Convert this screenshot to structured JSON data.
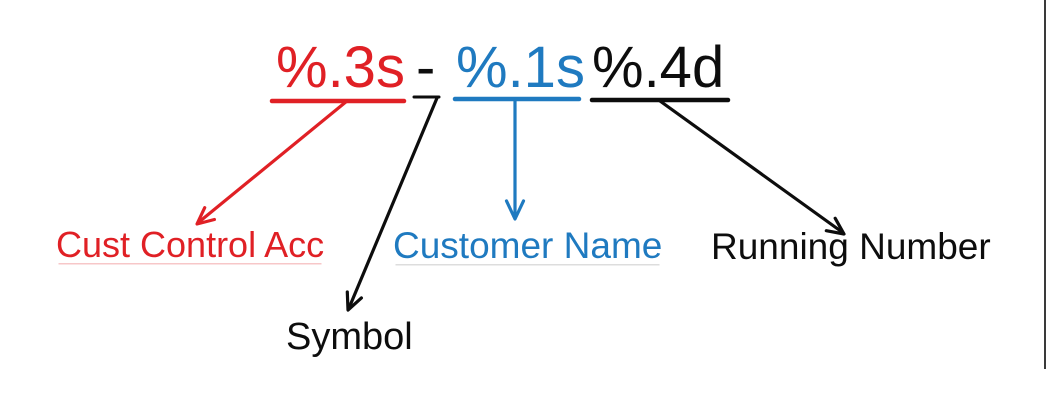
{
  "diagram": {
    "title_hint": "printf-style naming format explanation",
    "formula": {
      "cust_control_acc_token": "%.3s",
      "separator_token": "-",
      "customer_name_token": "%.1s",
      "running_number_token": "%.4d"
    },
    "labels": {
      "cust_control_acc": "Cust Control Acc",
      "symbol": "Symbol",
      "customer_name": "Customer Name",
      "running_number": "Running Number"
    },
    "colors": {
      "red": "#e02025",
      "blue": "#1f7ac0",
      "black": "#0d0d0d"
    }
  }
}
